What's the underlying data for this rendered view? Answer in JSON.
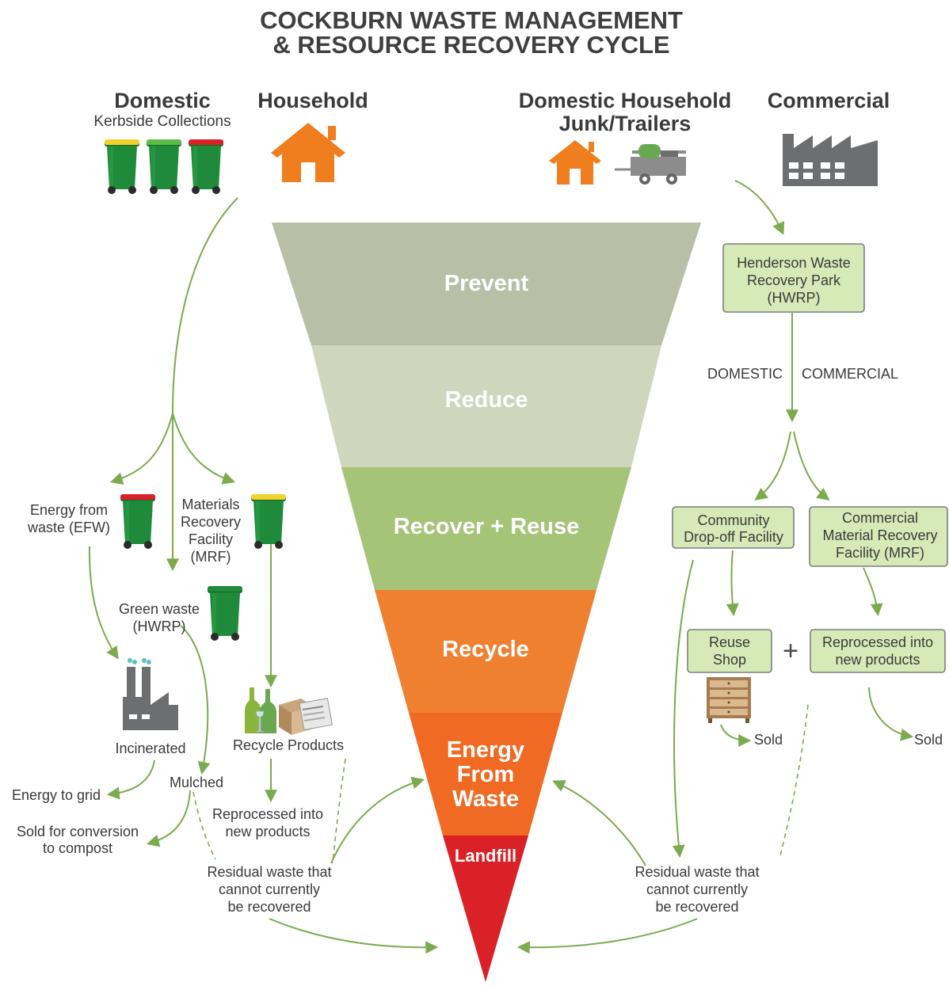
{
  "title": {
    "line1": "COCKBURN WASTE MANAGEMENT",
    "line2": "& RESOURCE RECOVERY CYCLE"
  },
  "sources": {
    "domestic": "Domestic",
    "kerbside": "Kerbside Collections",
    "household": "Household",
    "junk_line1": "Domestic Household",
    "junk_line2": "Junk/Trailers",
    "commercial": "Commercial"
  },
  "hierarchy": [
    {
      "label": "Prevent",
      "color": "#b9bea6"
    },
    {
      "label": "Reduce",
      "color": "#cfd6bd"
    },
    {
      "label": "Recover + Reuse",
      "color": "#a6c478"
    },
    {
      "label": "Recycle",
      "color": "#ee8030"
    },
    {
      "label": "Energy From Waste",
      "lines": [
        "Energy",
        "From",
        "Waste"
      ],
      "color": "#f06a24"
    },
    {
      "label": "Landfill",
      "color": "#d92127"
    }
  ],
  "left": {
    "efw": [
      "Energy from",
      "waste (EFW)"
    ],
    "mrf": [
      "Materials",
      "Recovery",
      "Facility",
      "(MRF)"
    ],
    "green": [
      "Green waste",
      "(HWRP)"
    ],
    "incinerated": "Incinerated",
    "recycle_products": "Recycle Products",
    "energy_grid": "Energy to grid",
    "mulched": "Mulched",
    "reprocessed": [
      "Reprocessed into",
      "new products"
    ],
    "sold_compost": [
      "Sold for conversion",
      "to compost"
    ],
    "residual": [
      "Residual waste that",
      "cannot currently",
      "be recovered"
    ]
  },
  "right": {
    "hwrp": [
      "Henderson Waste",
      "Recovery Park",
      "(HWRP)"
    ],
    "domestic": "DOMESTIC",
    "commercial": "COMMERCIAL",
    "community": [
      "Community",
      "Drop-off Facility"
    ],
    "commercial_mrf": [
      "Commercial",
      "Material Recovery",
      "Facility (MRF)"
    ],
    "reuse_shop": [
      "Reuse",
      "Shop"
    ],
    "plus": "+",
    "reprocessed": [
      "Reprocessed into",
      "new products"
    ],
    "sold_left": "Sold",
    "sold_right": "Sold",
    "residual": [
      "Residual waste that",
      "cannot currently",
      "be recovered"
    ]
  },
  "colors": {
    "arrow": "#7aab4e",
    "house": "#f07d1e",
    "bin_body": "#1f8a3a",
    "factory": "#6d6e70",
    "box_fill": "#d6eab8"
  },
  "icons": [
    "wheelie-bin-icon",
    "house-icon",
    "trailer-icon",
    "factory-icon",
    "bottles-icon",
    "cardboard-box-icon",
    "newspaper-icon",
    "chest-of-drawers-icon",
    "steam-icon"
  ]
}
